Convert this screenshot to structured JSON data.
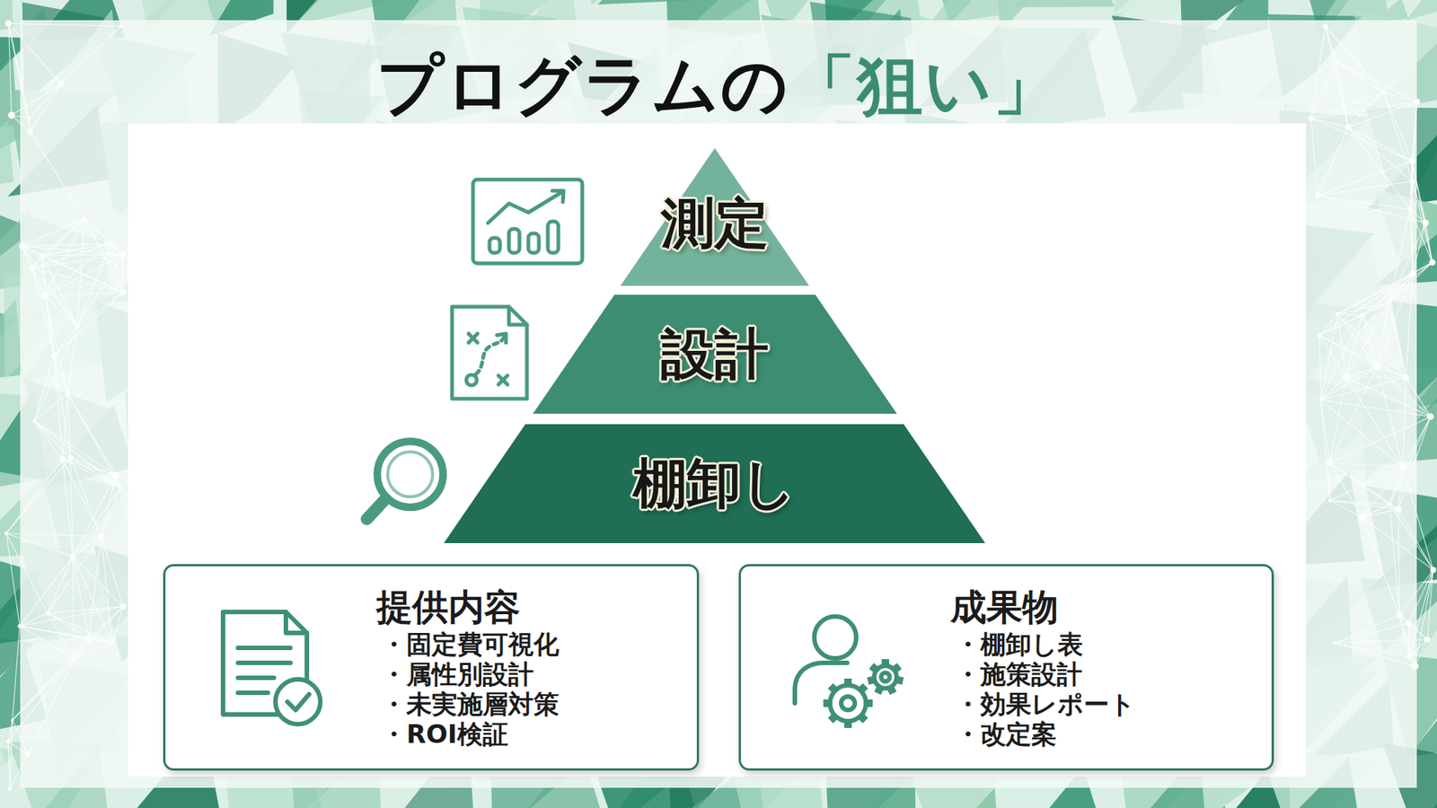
{
  "diagram": {
    "title": "プログラムの「狙い」",
    "nodes": [
      {
        "text": [
          "測定"
        ]
      },
      {
        "text": [
          "設計"
        ]
      },
      {
        "text": [
          "棚卸し"
        ]
      },
      {
        "text": [
          "提供内容",
          "・固定費可視化",
          "・属性別設計",
          "・未実施層対策",
          "・ROI検証"
        ]
      },
      {
        "text": [
          "成果物",
          "・棚卸し表",
          "・施策設計",
          "・効果レポート",
          "・改定案"
        ]
      }
    ]
  }
}
